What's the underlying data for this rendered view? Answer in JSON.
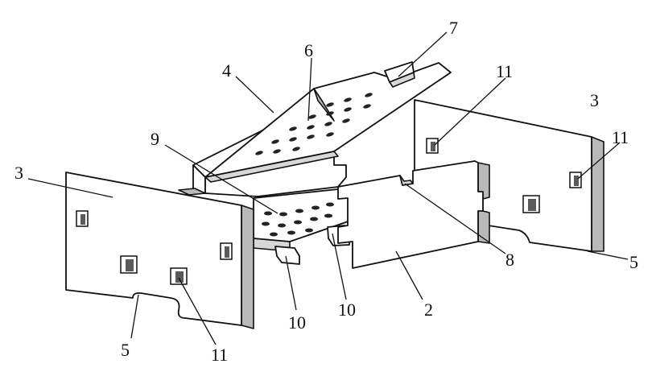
{
  "labels": [
    {
      "id": "lbl-7",
      "text": "7"
    },
    {
      "id": "lbl-6",
      "text": "6"
    },
    {
      "id": "lbl-4",
      "text": "4"
    },
    {
      "id": "lbl-11-top",
      "text": "11"
    },
    {
      "id": "lbl-3-right",
      "text": "3"
    },
    {
      "id": "lbl-11-right",
      "text": "11"
    },
    {
      "id": "lbl-9",
      "text": "9"
    },
    {
      "id": "lbl-3-left",
      "text": "3"
    },
    {
      "id": "lbl-8",
      "text": "8"
    },
    {
      "id": "lbl-5-right",
      "text": "5"
    },
    {
      "id": "lbl-2",
      "text": "2"
    },
    {
      "id": "lbl-10-a",
      "text": "10"
    },
    {
      "id": "lbl-10-b",
      "text": "10"
    },
    {
      "id": "lbl-5-left",
      "text": "5"
    },
    {
      "id": "lbl-11-bottom",
      "text": "11"
    }
  ]
}
